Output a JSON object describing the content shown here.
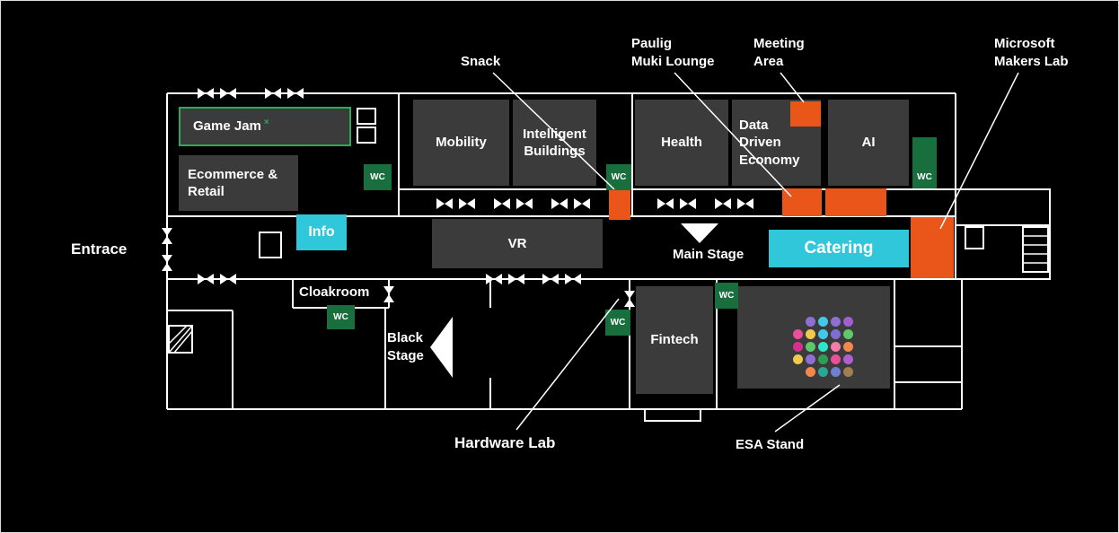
{
  "colors": {
    "background": "#000000",
    "wall": "#ffffff",
    "room_fill": "#3b3b3b",
    "accent_cyan": "#31c7da",
    "accent_orange": "#ea561a",
    "wc_green": "#186f3d",
    "game_jam_green": "#2bab55",
    "label_text": "#ffffff"
  },
  "labels": {
    "entrance": "Entrace",
    "cloakroom": "Cloakroom",
    "main_stage": "Main Stage",
    "black_stage": "Black\nStage",
    "hardware_lab": "Hardware Lab",
    "esa_stand": "ESA Stand",
    "wc": "WC"
  },
  "callouts": {
    "snack": "Snack",
    "paulig_muki_lounge": "Paulig\nMuki Lounge",
    "meeting_area": "Meeting\nArea",
    "microsoft_makers_lab": "Microsoft\nMakers Lab"
  },
  "rooms": {
    "game_jam": {
      "label": "Game Jam",
      "mark": "×"
    },
    "ecommerce_retail": {
      "label": "Ecommerce &\nRetail"
    },
    "mobility": {
      "label": "Mobility"
    },
    "intelligent_buildings": {
      "label": "Intelligent\nBuildings"
    },
    "health": {
      "label": "Health"
    },
    "data_driven_economy": {
      "label": "Data\nDriven\nEconomy"
    },
    "ai": {
      "label": "AI"
    },
    "vr": {
      "label": "VR"
    },
    "fintech": {
      "label": "Fintech"
    },
    "info": {
      "label": "Info"
    },
    "catering": {
      "label": "Catering"
    }
  },
  "esa_stand": {
    "dots": [
      [
        null,
        "#8f6fd1",
        "#45c8e8",
        "#8f6fd1",
        "#a25fd1"
      ],
      [
        "#e8509a",
        "#f2c94c",
        "#45c8e8",
        "#7d6fd1",
        "#5fc86a"
      ],
      [
        "#d6308f",
        "#5fc86a",
        "#2ee6c8",
        "#f27da8",
        "#f2884c"
      ],
      [
        "#f2c94c",
        "#8f6fd1",
        "#2e9e55",
        "#e8509a",
        "#b05fd1"
      ],
      [
        null,
        "#f2884c",
        "#2aa694",
        "#6f7fd1",
        "#a08050"
      ]
    ]
  }
}
